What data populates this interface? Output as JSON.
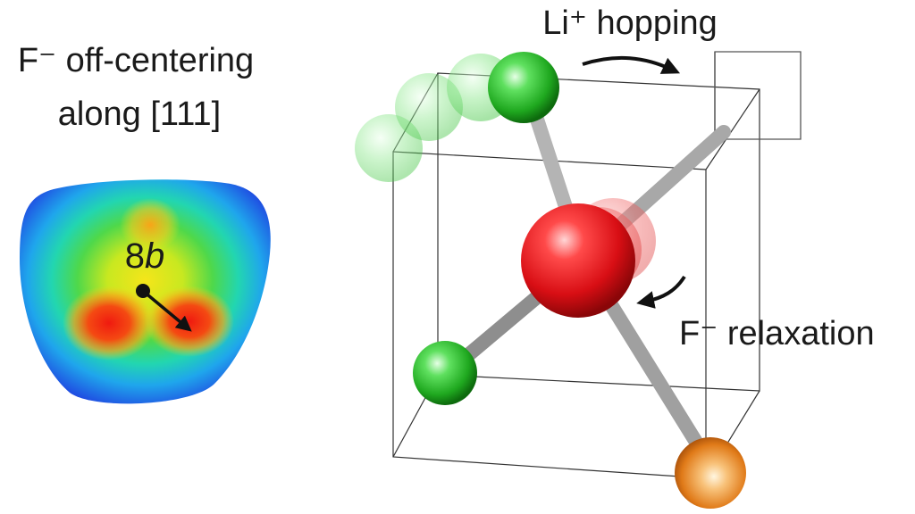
{
  "left_panel": {
    "title_line1": "F⁻ off-centering",
    "title_line2": "along [111]",
    "site_label_number": "8",
    "site_label_letter": "b"
  },
  "right_panel": {
    "hopping_label": "Li⁺ hopping",
    "relaxation_label": "F⁻ relaxation"
  },
  "colors": {
    "li_green": "#22c22a",
    "f_red": "#e0141c",
    "corner_orange": "#e07a18",
    "bond_gray": "#9a9a9a",
    "density_blue": "#1f3fe0",
    "density_red": "#f01a10"
  }
}
